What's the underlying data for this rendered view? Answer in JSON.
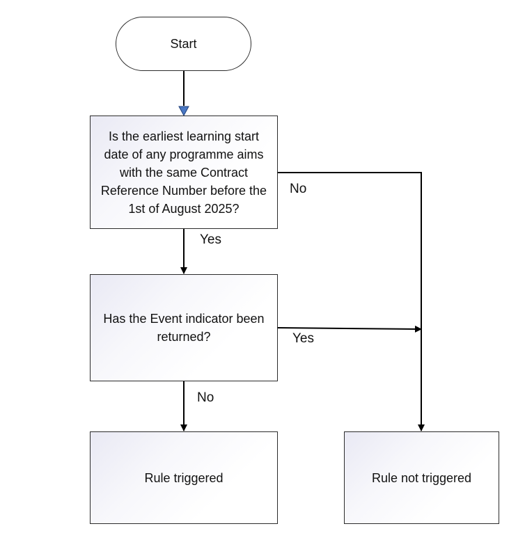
{
  "nodes": {
    "start": "Start",
    "decision_start_date": "Is the earliest learning start date of any programme aims with the same Contract Reference Number before the 1st of August 2025?",
    "decision_event_indicator": "Has the Event indicator been returned?",
    "rule_triggered": "Rule triggered",
    "rule_not_triggered": "Rule not triggered"
  },
  "edge_labels": {
    "start_date_no": "No",
    "start_date_yes": "Yes",
    "event_yes": "Yes",
    "event_no": "No"
  },
  "colors": {
    "line": "#000000",
    "start_arrowhead": "#4a78c4",
    "node_border": "#2b2b2b"
  }
}
